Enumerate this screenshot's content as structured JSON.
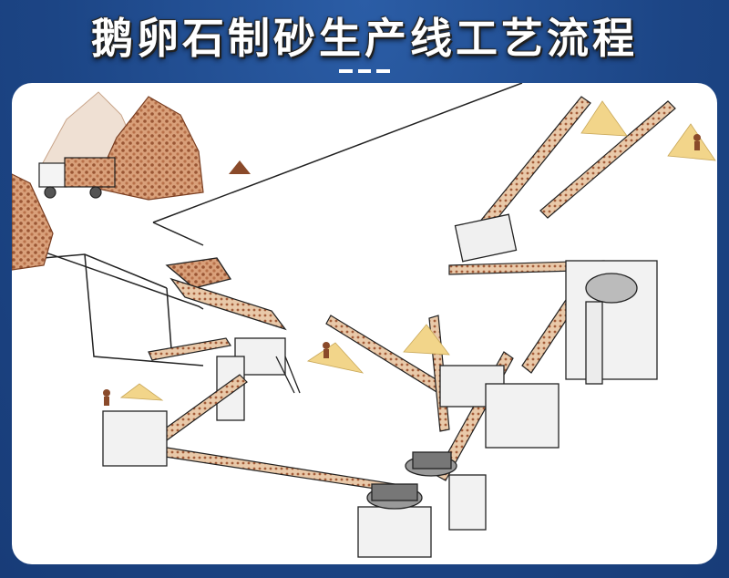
{
  "header": {
    "title": "鹅卵石制砂生产线工艺流程"
  },
  "diagram": {
    "kind": "process-illustration",
    "components": [
      "raw-material-pile",
      "dump-truck",
      "feed-hopper",
      "vibrating-feeder",
      "jaw-crusher",
      "belt-conveyor",
      "cone-crusher",
      "vibrating-screen",
      "sand-making-machine",
      "sand-washer",
      "finished-product-pile",
      "worker"
    ]
  },
  "colors": {
    "background": "#1f4a8c",
    "panel": "#ffffff",
    "rock": "#b26b44",
    "sand": "#f2d58a",
    "line": "#222222"
  }
}
